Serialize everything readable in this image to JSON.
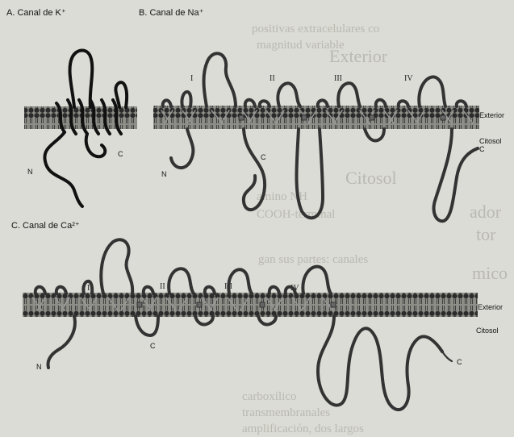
{
  "panels": {
    "a": {
      "title": "A. Canal de K⁺"
    },
    "b": {
      "title": "B. Canal de Na⁺",
      "domains": [
        "I",
        "II",
        "III",
        "IV"
      ]
    },
    "c": {
      "title": "C. Canal de Ca²⁺",
      "domains": [
        "I",
        "II",
        "III",
        "IV"
      ]
    }
  },
  "labels": {
    "exterior": "Exterior",
    "citosol": "Citosol",
    "n_terminus": "N",
    "c_terminus": "C"
  },
  "background_text": [
    "Exterior",
    "Citosol",
    "ador",
    "tor",
    "mico",
    "magnitud variable",
    "positivas extracelulares co",
    "amino NH",
    "COOH-terminal",
    "gan sus partes: canales",
    "carboxílico",
    "transmembranales",
    "amplificación, dos largos"
  ],
  "colors": {
    "background": "#dcdcd6",
    "membrane_heads": "#2b2b2b",
    "protein_line": "#333333",
    "k_channel_line": "#111111"
  }
}
